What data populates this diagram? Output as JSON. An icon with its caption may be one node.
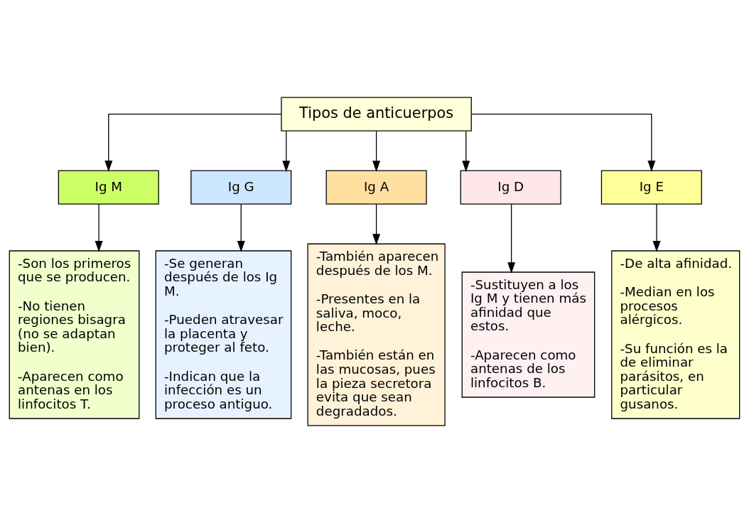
{
  "diagram": {
    "nodes": [
      {
        "text": [
          "Tipos de anticuerpos"
        ]
      },
      {
        "text": [
          "Ig M"
        ]
      },
      {
        "text": [
          "Ig G"
        ]
      },
      {
        "text": [
          "Ig A"
        ]
      },
      {
        "text": [
          "Ig D"
        ]
      },
      {
        "text": [
          "Ig E"
        ]
      },
      {
        "text": [
          "-Son los primeros que se producen.",
          "-No tienen regiones bisagra (no se adaptan bien).",
          "-Aparecen como antenas en los linfocitos T."
        ]
      },
      {
        "text": [
          "-Se generan después de los Ig M.",
          "-Pueden atravesar la placenta y proteger al feto.",
          "-Indican que la infección es un proceso antiguo."
        ]
      },
      {
        "text": [
          "-También aparecen después de los M.",
          "-Presentes en la saliva, moco, leche.",
          "-También están en las mucosas, pues la pieza secretora evita que sean degradados."
        ]
      },
      {
        "text": [
          "-Sustituyen a los Ig M y tienen más afinidad que estos.",
          "-Aparecen como antenas de los linfocitos B."
        ]
      },
      {
        "text": [
          "-De alta afinidad.",
          "-Median en los procesos alérgicos.",
          "-Su función es la de eliminar parásitos, en particular gusanos."
        ]
      }
    ],
    "edges": [
      {
        "from": 0,
        "to": 1,
        "arrow": "to"
      },
      {
        "from": 0,
        "to": 2,
        "arrow": "to"
      },
      {
        "from": 0,
        "to": 3,
        "arrow": "to"
      },
      {
        "from": 0,
        "to": 4,
        "arrow": "to"
      },
      {
        "from": 0,
        "to": 5,
        "arrow": "to"
      },
      {
        "from": 1,
        "to": 6,
        "arrow": "to"
      },
      {
        "from": 2,
        "to": 7,
        "arrow": "to"
      },
      {
        "from": 3,
        "to": 8,
        "arrow": "to"
      },
      {
        "from": 4,
        "to": 9,
        "arrow": "to"
      },
      {
        "from": 5,
        "to": 10,
        "arrow": "to"
      }
    ]
  }
}
